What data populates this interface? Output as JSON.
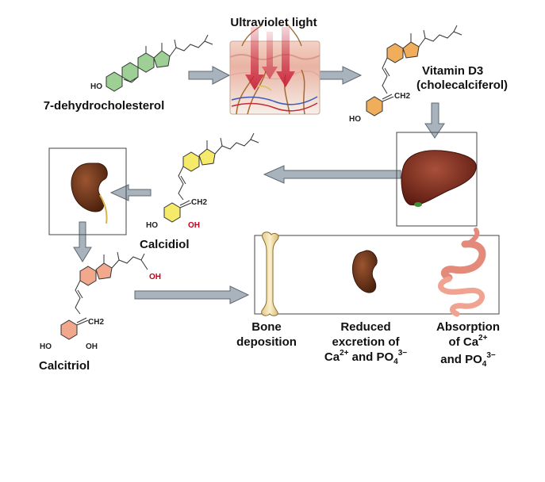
{
  "nodes": {
    "uv": "Ultraviolet light",
    "dehydro": "7-dehydrocholesterol",
    "vitd3_line1": "Vitamin D3",
    "vitd3_line2": "(cholecalciferol)",
    "calcidiol": "Calcidiol",
    "calcitriol": "Calcitriol"
  },
  "chem_labels": {
    "ho": "HO",
    "oh": "OH",
    "ch2": "CH2"
  },
  "effects": {
    "bone_line1": "Bone",
    "bone_line2": "deposition",
    "kidney_line1": "Reduced",
    "kidney_line2": "excretion of",
    "kidney_line3_ca": "Ca",
    "kidney_line3_ca_sup": "2+",
    "kidney_line3_and": " and PO",
    "kidney_line3_sub": "4",
    "kidney_line3_sup": "3−",
    "gut_line1": "Absorption",
    "gut_line2_of": "of Ca",
    "gut_line2_sup": "2+",
    "gut_line3_and": "and PO",
    "gut_line3_sub": "4",
    "gut_line3_sup": "3−"
  },
  "colors": {
    "green_ring": "#9ecf94",
    "orange_ring": "#f0ad5c",
    "yellow_ring": "#f5ea6a",
    "salmon_ring": "#f2a88d",
    "arrow_fill": "#a9b3bd",
    "liver": "#7a2a1c",
    "kidney": "#6e3318",
    "red_oh": "#c4001a"
  },
  "icons": [
    "skin-icon",
    "liver-icon",
    "kidney-icon",
    "bone-icon",
    "intestine-icon"
  ]
}
